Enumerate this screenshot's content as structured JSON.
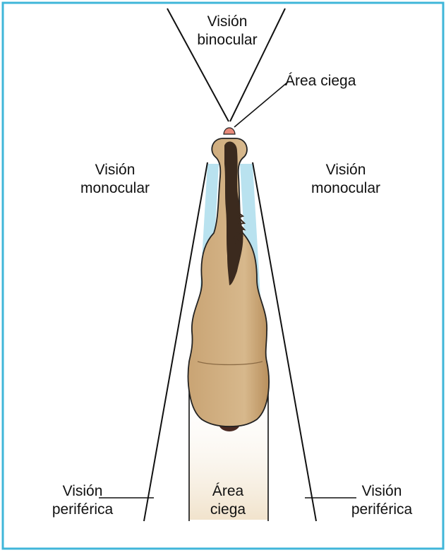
{
  "labels": {
    "binocular": [
      "Visión",
      "binocular"
    ],
    "blind_front": "Área ciega",
    "mono_left": [
      "Visión",
      "monocular"
    ],
    "mono_right": [
      "Visión",
      "monocular"
    ],
    "peri_left": [
      "Visión",
      "periférica"
    ],
    "blind_rear": [
      "Área",
      "ciega"
    ],
    "peri_right": [
      "Visión",
      "periférica"
    ]
  },
  "colors": {
    "frame": "#3fb6d9",
    "monocular_fill": "#b9e2ef",
    "horse_body": "#c9a474",
    "horse_mane": "#3b2a1e",
    "tail": "#4a2a22",
    "nose": "#e88a7a",
    "rear_blind_fill": "#f1e3cc"
  },
  "icons": {
    "horse": "horse-top-view-icon"
  }
}
